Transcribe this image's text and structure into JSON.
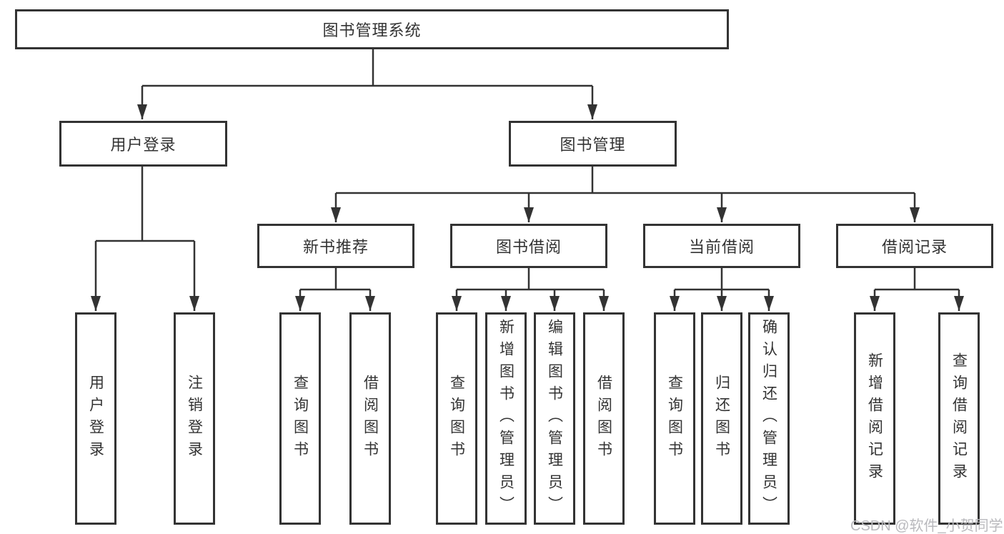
{
  "diagram": {
    "root": {
      "label": "图书管理系统"
    },
    "branches": {
      "user_login": {
        "label": "用户登录",
        "children": {
          "login": {
            "label": "用户登录"
          },
          "logout": {
            "label": "注销登录"
          }
        }
      },
      "book_management": {
        "label": "图书管理",
        "groups": {
          "new_book_recommend": {
            "label": "新书推荐",
            "children": {
              "query_books": {
                "label": "查询图书"
              },
              "borrow_books": {
                "label": "借阅图书"
              }
            }
          },
          "book_borrowing": {
            "label": "图书借阅",
            "children": {
              "query_books": {
                "label": "查询图书"
              },
              "add_books": {
                "label": "新增图书（管理员）"
              },
              "edit_books": {
                "label": "编辑图书（管理员）"
              },
              "borrow_books": {
                "label": "借阅图书"
              }
            }
          },
          "current_borrowing": {
            "label": "当前借阅",
            "children": {
              "query_books": {
                "label": "查询图书"
              },
              "return_books": {
                "label": "归还图书"
              },
              "confirm_return": {
                "label": "确认归还（管理员）"
              }
            }
          },
          "borrowing_records": {
            "label": "借阅记录",
            "children": {
              "add_record": {
                "label": "新增借阅记录"
              },
              "query_record": {
                "label": "查询借阅记录"
              }
            }
          }
        }
      }
    },
    "watermark": "CSDN @软件_小贺同学",
    "colors": {
      "line": "#333333",
      "box_border": "#333333",
      "text": "#333333",
      "background": "#ffffff",
      "watermark": "#b9b9bd"
    }
  }
}
